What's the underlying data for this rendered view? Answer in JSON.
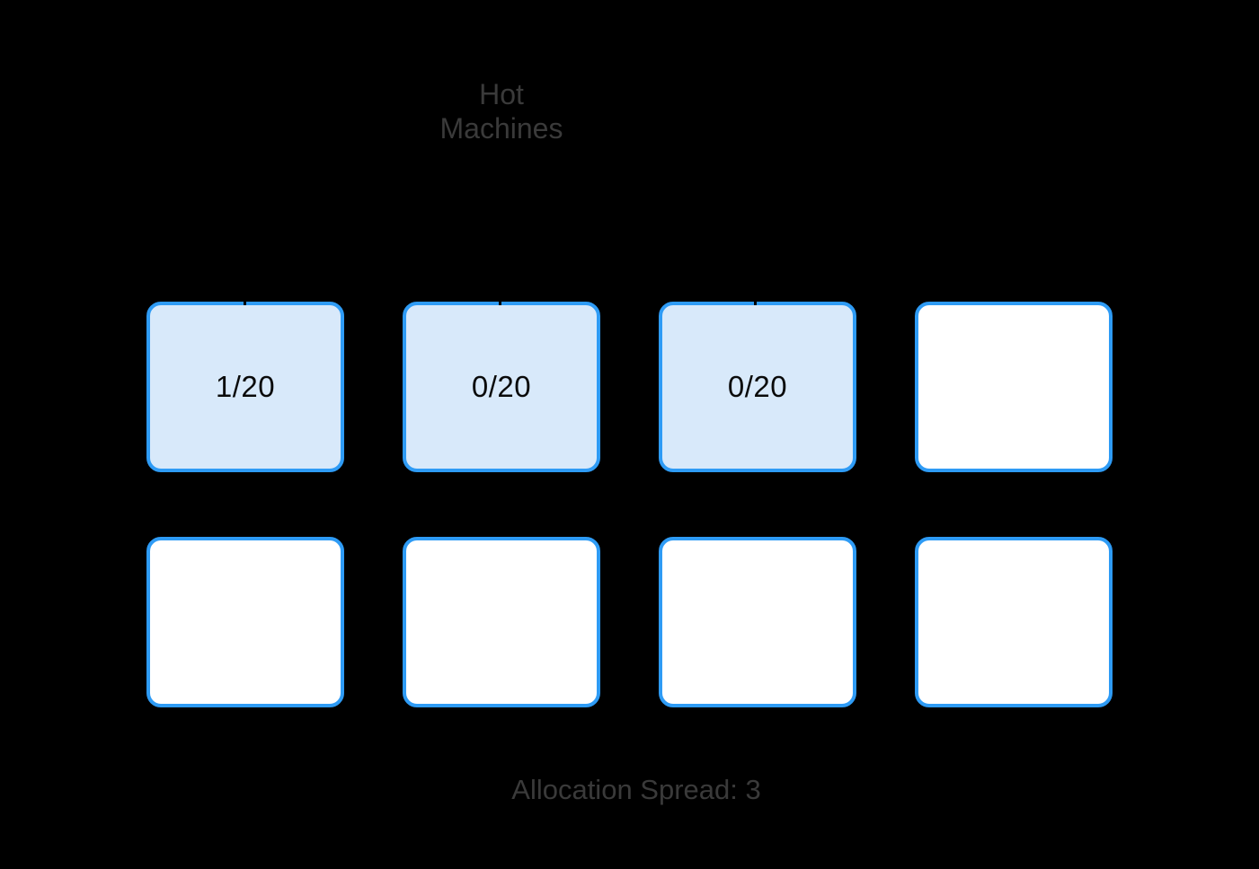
{
  "title": {
    "text": "Hot Machines"
  },
  "footer": {
    "text": "Allocation Spread: 3"
  },
  "colors": {
    "background": "#000000",
    "box_border": "#2E9BF5",
    "hot_fill": "#D8E9FA",
    "idle_fill": "#FFFFFF",
    "box_text": "#0A0A0A",
    "label_text": "#3A3A3A"
  },
  "machines": {
    "rows": [
      {
        "cells": [
          {
            "label": "1/20",
            "hot": true
          },
          {
            "label": "0/20",
            "hot": true
          },
          {
            "label": "0/20",
            "hot": true
          },
          {
            "label": "",
            "hot": false
          }
        ]
      },
      {
        "cells": [
          {
            "label": "",
            "hot": false
          },
          {
            "label": "",
            "hot": false
          },
          {
            "label": "",
            "hot": false
          },
          {
            "label": "",
            "hot": false
          }
        ]
      }
    ]
  }
}
